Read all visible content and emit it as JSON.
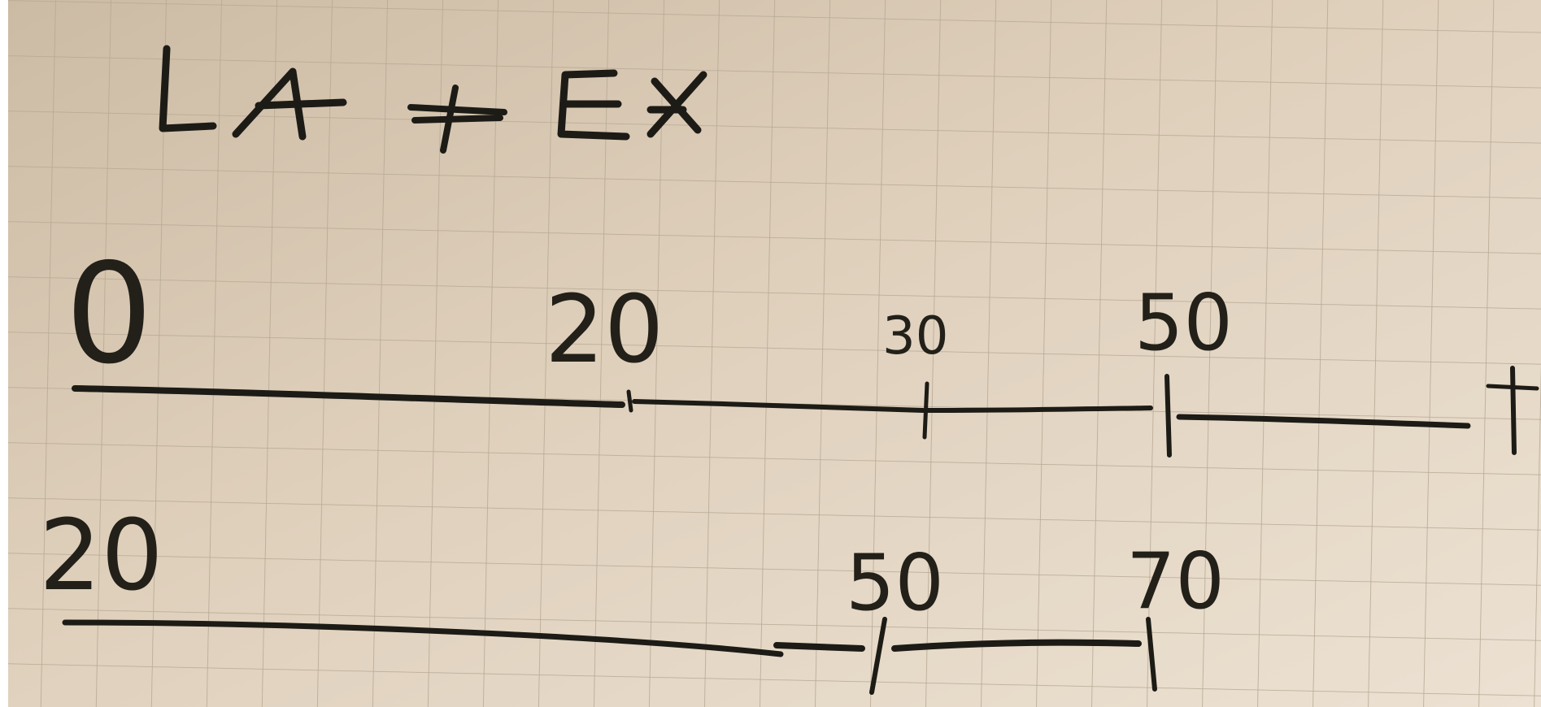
{
  "colors": {
    "paper_light": "#e9dccb",
    "paper_dark": "#c9b9a2",
    "grid_line": "#b9ab98",
    "marker_ink": "#1d1b16"
  },
  "heading": {
    "left": "LA",
    "symbol": "≠",
    "right": "EX"
  },
  "timeline_top": {
    "labels": [
      "0",
      "20",
      "30",
      "50"
    ]
  },
  "timeline_bottom": {
    "labels": [
      "20",
      "50",
      "70"
    ]
  }
}
